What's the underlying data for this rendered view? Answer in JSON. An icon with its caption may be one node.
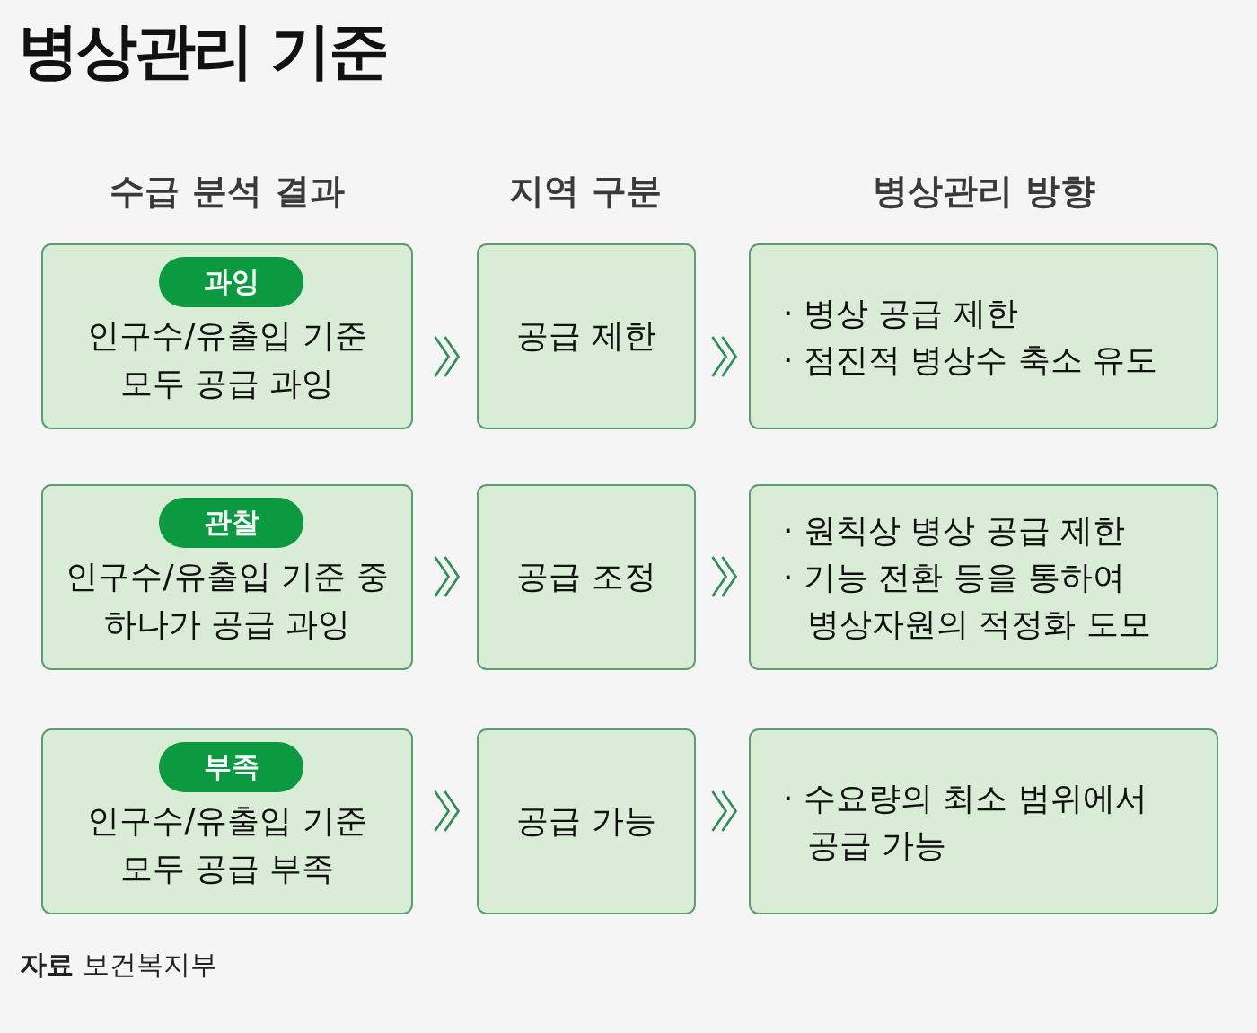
{
  "diagram": {
    "title": "병상관리 기준",
    "nodes": [
      {
        "text": [
          "인구수/유출입 기준 모두 공급 과잉"
        ]
      },
      {
        "text": [
          "과잉"
        ],
        "in": 0
      },
      {
        "text": [
          "공급 제한"
        ]
      },
      {
        "text": [
          "· 병상 공급 제한",
          "· 점진적 병상수 축소 유도"
        ]
      },
      {
        "text": [
          "인구수/유출입 기준 중 하나가 공급 과잉"
        ]
      },
      {
        "text": [
          "관찰"
        ],
        "in": 4
      },
      {
        "text": [
          "공급 조정"
        ]
      },
      {
        "text": [
          "· 원칙상 병상 공급 제한",
          "· 기능 전환 등을 통하여 병상자원의 적정화 도모"
        ]
      },
      {
        "text": [
          "인구수/유출입 기준 모두 공급 부족"
        ]
      },
      {
        "text": [
          "부족"
        ],
        "in": 8
      },
      {
        "text": [
          "공급 가능"
        ]
      },
      {
        "text": [
          "· 수요량의 최소 범위에서 공급 가능"
        ]
      }
    ],
    "edges": [
      {
        "from": 0,
        "to": 2,
        "arrow": "to"
      },
      {
        "from": 2,
        "to": 3,
        "arrow": "to"
      },
      {
        "from": 4,
        "to": 6,
        "arrow": "to"
      },
      {
        "from": 6,
        "to": 7,
        "arrow": "to"
      },
      {
        "from": 8,
        "to": 10,
        "arrow": "to"
      },
      {
        "from": 10,
        "to": 11,
        "arrow": "to"
      }
    ],
    "labels": [
      "수급 분석 결과",
      "지역 구분",
      "병상관리 방향",
      "**자료** 보건복지부"
    ]
  }
}
